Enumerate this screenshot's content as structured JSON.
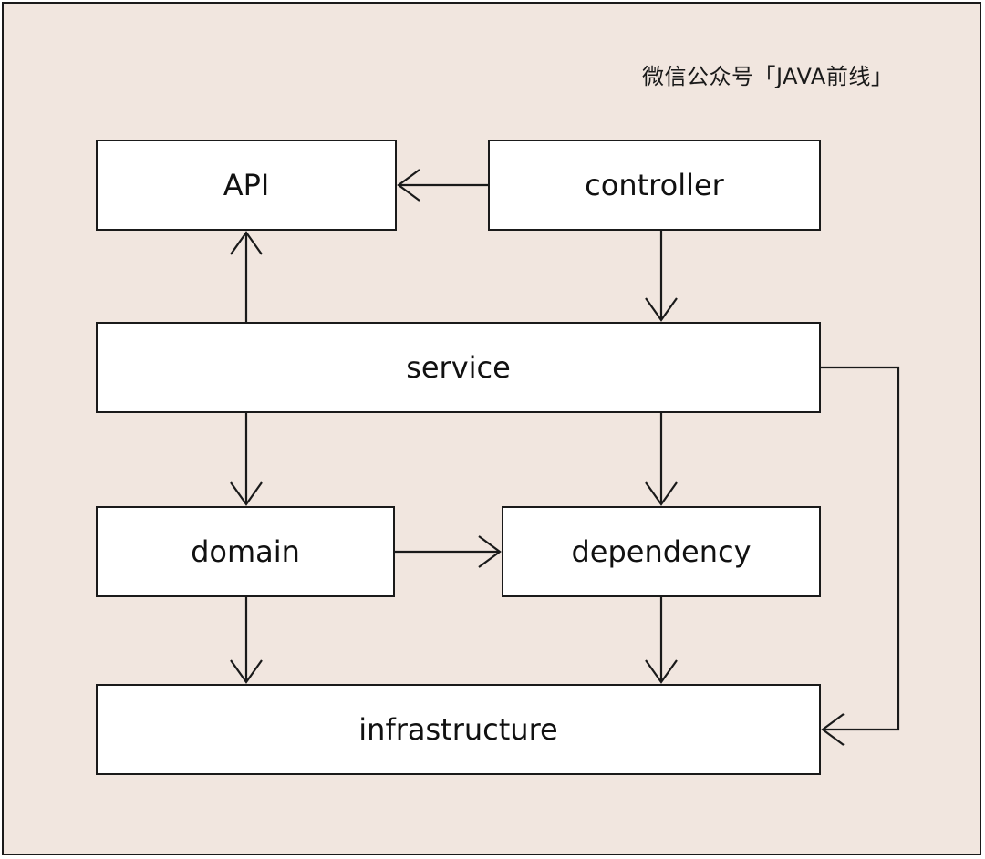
{
  "watermark": "微信公众号「JAVA前线」",
  "nodes": {
    "api": "API",
    "controller": "controller",
    "service": "service",
    "domain": "domain",
    "dependency": "dependency",
    "infrastructure": "infrastructure"
  },
  "edges": [
    {
      "from": "controller",
      "to": "api"
    },
    {
      "from": "controller",
      "to": "service"
    },
    {
      "from": "service",
      "to": "api"
    },
    {
      "from": "service",
      "to": "domain"
    },
    {
      "from": "service",
      "to": "dependency"
    },
    {
      "from": "service",
      "to": "infrastructure"
    },
    {
      "from": "domain",
      "to": "dependency"
    },
    {
      "from": "domain",
      "to": "infrastructure"
    },
    {
      "from": "dependency",
      "to": "infrastructure"
    }
  ]
}
